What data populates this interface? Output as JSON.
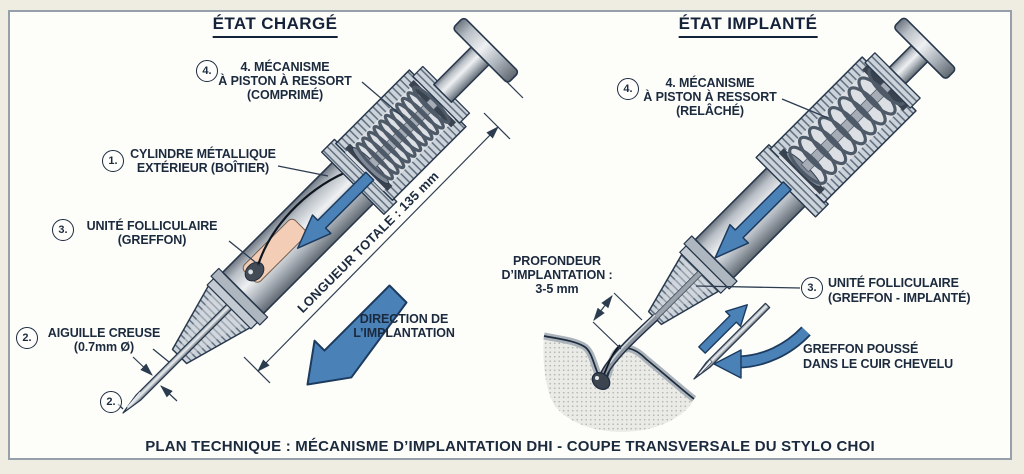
{
  "diagram": {
    "caption": "PLAN TECHNIQUE : MÉCANISME D’IMPLANTATION DHI - COUPE TRANSVERSALE DU STYLO CHOI",
    "left": {
      "title": "ÉTAT CHARGÉ",
      "labels": {
        "mechanism": {
          "num": "4.",
          "line1": "4. MÉCANISME",
          "line2": "À PISTON À RESSORT",
          "line3": "(COMPRIMÉ)"
        },
        "cylinder": {
          "num": "1.",
          "line1": "CYLINDRE MÉTALLIQUE",
          "line2": "EXTÉRIEUR (BOÎTIER)"
        },
        "follicular": {
          "num": "3.",
          "line1": "UNITÉ FOLLICULAIRE",
          "line2": "(GREFFON)"
        },
        "needle": {
          "num": "2.",
          "line1": "AIGUILLE CREUSE",
          "line2": "(0.7mm Ø)"
        },
        "needle_tip_num": "2.",
        "length_dim": "LONGUEUR TOTALE : 135 mm",
        "direction": {
          "line1": "DIRECTION DE",
          "line2": "L’IMPLANTATION"
        }
      }
    },
    "right": {
      "title": "ÉTAT IMPLANTÉ",
      "labels": {
        "mechanism": {
          "num": "4.",
          "line1": "4. MÉCANISME",
          "line2": "À PISTON À RESSORT",
          "line3": "(RELÂCHÉ)"
        },
        "depth": {
          "line1": "PROFONDEUR",
          "line2": "D’IMPLANTATION :",
          "line3": "3-5 mm"
        },
        "follicular": {
          "num": "3.",
          "line1": "UNITÉ FOLLICULAIRE",
          "line2": "(GREFFON - IMPLANTÉ)"
        },
        "pushed": {
          "line1": "GREFFON POUSSÉ",
          "line2": "DANS LE CUIR CHEVELU"
        }
      }
    },
    "colors": {
      "background_cream": "#efece1",
      "panel_border": "#96a0aa",
      "outline_navy": "#243749",
      "arrow_blue": "#4a82b8",
      "graft_pink": "#f3cdb6",
      "skin_grey": "#eaeae6"
    }
  }
}
